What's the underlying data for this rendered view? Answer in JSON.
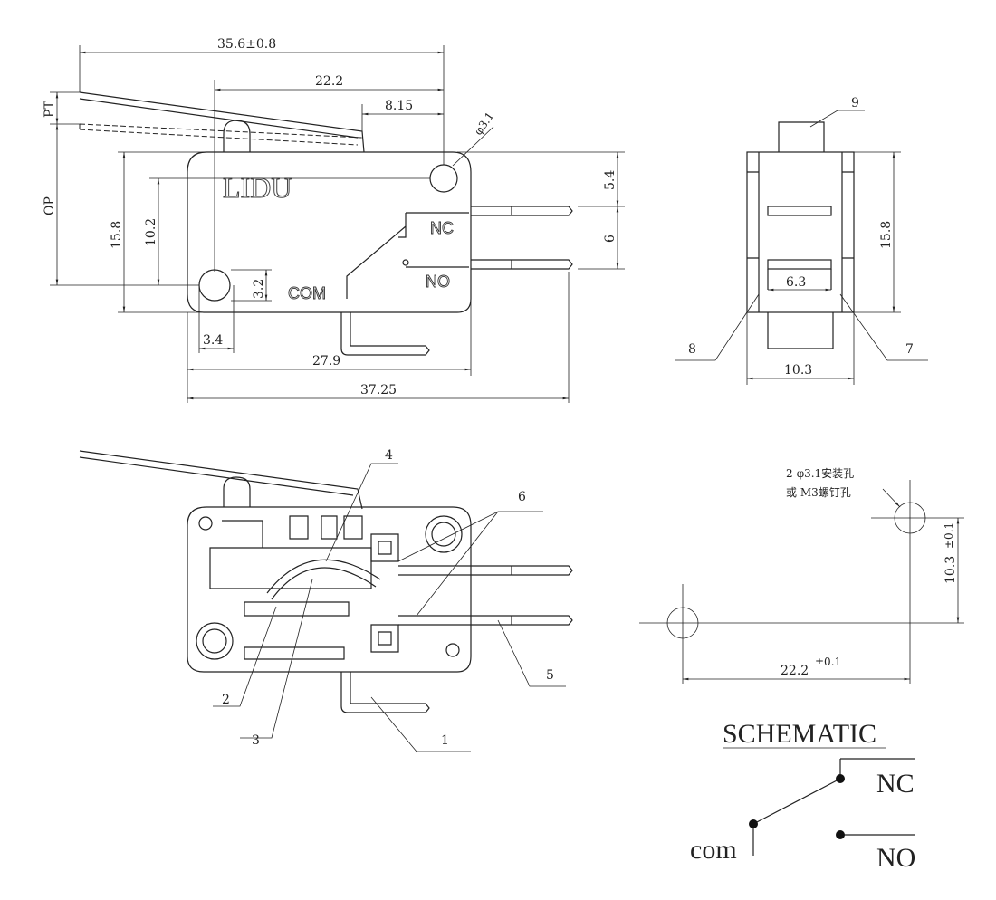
{
  "front_view": {
    "brand": "LIDU",
    "dims": {
      "overall_lever": "35.6±0.8",
      "lever_pivot": "22.2",
      "roller_offset": "8.15",
      "hole_dia": "φ3.1",
      "pt": "PT",
      "op": "OP",
      "height": "15.8",
      "hole_spacing_v": "10.2",
      "hole_offset": "3.2",
      "hole_edge": "3.4",
      "body_length": "27.9",
      "total_length": "37.25",
      "top_term": "5.4",
      "term_pitch": "6"
    },
    "terminals": {
      "nc": "NC",
      "no": "NO",
      "com": "COM"
    }
  },
  "side_view": {
    "label_9": "9",
    "label_8": "8",
    "label_7": "7",
    "height": "15.8",
    "inner_width": "6.3",
    "width": "10.3"
  },
  "section_view": {
    "labels": [
      "1",
      "2",
      "3",
      "4",
      "5",
      "6"
    ]
  },
  "mounting": {
    "note_line1": "2-φ3.1安装孔",
    "note_line2": "或 M3螺钉孔",
    "v_dim": "10.3",
    "v_tol": "±0.1",
    "h_dim": "22.2",
    "h_tol": "±0.1"
  },
  "schematic": {
    "title": "SCHEMATIC",
    "nc": "NC",
    "com": "com",
    "no": "NO"
  }
}
